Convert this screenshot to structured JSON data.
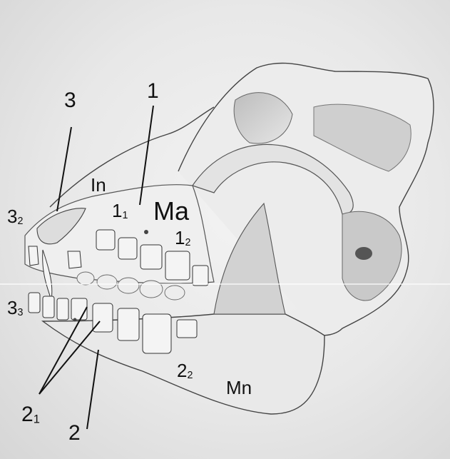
{
  "labels": {
    "in": {
      "text": "In"
    },
    "ma": {
      "text": "Ma"
    },
    "mn": {
      "text": "Mn"
    },
    "l1": {
      "text": "1"
    },
    "l1_1": {
      "main": "1",
      "sub": "1"
    },
    "l1_2": {
      "main": "1",
      "sub": "2"
    },
    "l2": {
      "text": "2"
    },
    "l2_1": {
      "main": "2",
      "sub": "1"
    },
    "l2_2": {
      "main": "2",
      "sub": "2"
    },
    "l3": {
      "text": "3"
    },
    "l3_2": {
      "main": "3",
      "sub": "2"
    },
    "l3_3": {
      "main": "3",
      "sub": "3"
    }
  },
  "colors": {
    "ink": "#111111",
    "pencil": "#555555",
    "shade": "#9a9a9a",
    "paper": "#ececec"
  }
}
